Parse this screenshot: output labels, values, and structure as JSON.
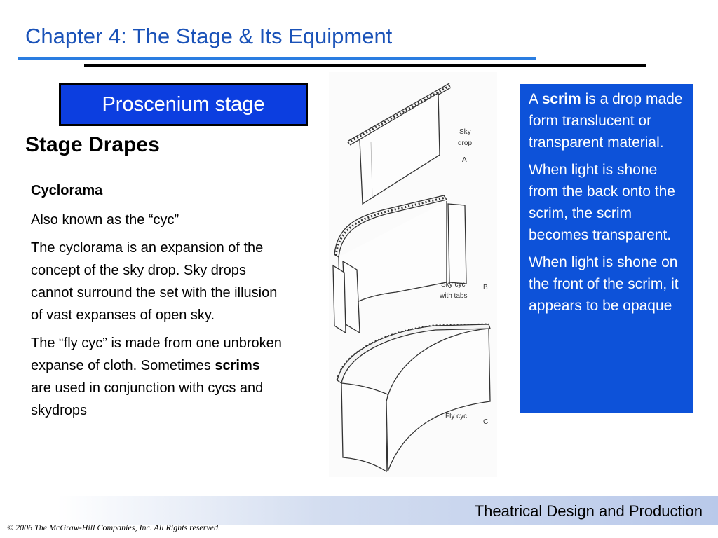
{
  "slide": {
    "title": "Chapter 4:  The Stage & Its Equipment",
    "section_label": "Proscenium stage",
    "subheading": "Stage Drapes"
  },
  "left_column": {
    "heading": "Cyclorama",
    "aka": "Also known as the “cyc”",
    "para1": "The cyclorama is an expansion of the concept of the sky drop. Sky drops cannot surround the set with the illusion of vast expanses of open sky.",
    "para2_before": "The “fly cyc” is made from one unbroken expanse of cloth. Sometimes ",
    "para2_bold": "scrims",
    "para2_after": " are used in conjunction with cycs and skydrops"
  },
  "illustration": {
    "label_a_line1": "Sky",
    "label_a_line2": "drop",
    "label_a_letter": "A",
    "label_b_line1": "Sky cyc",
    "label_b_line2": "with tabs",
    "label_b_letter": "B",
    "label_c": "Fly cyc",
    "label_c_letter": "C"
  },
  "scrim_box": {
    "p1_before": "A ",
    "p1_bold": "scrim",
    "p1_after": " is a drop made form translucent or transparent material.",
    "p2": "When light is shone from the back onto the scrim, the scrim becomes transparent.",
    "p3": "When light is shone on the front of the scrim, it appears to be opaque"
  },
  "footer": {
    "course": "Theatrical Design and Production",
    "copyright": "© 2006 The McGraw-Hill Companies, Inc. All Rights reserved."
  },
  "colors": {
    "title_blue": "#1a52b8",
    "box_blue": "#0d52d9",
    "label_blue": "#0c3ee0"
  }
}
